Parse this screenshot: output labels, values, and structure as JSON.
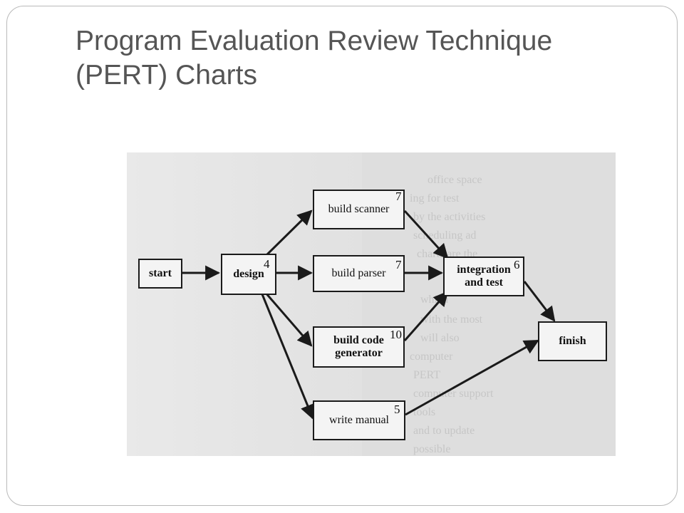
{
  "slide": {
    "title_line1": "Program Evaluation Review Technique",
    "title_line2": "(PERT) Charts"
  },
  "diagram": {
    "nodes": {
      "start": "start",
      "design": "design",
      "build_scanner": "build scanner",
      "build_parser": "build parser",
      "build_code_generator_line1": "build code",
      "build_code_generator_line2": "generator",
      "write_manual": "write manual",
      "integration_and_test_line1": "integration",
      "integration_and_test_line2": "and test",
      "finish": "finish"
    },
    "durations": {
      "design": "4",
      "build_scanner": "7",
      "build_parser": "7",
      "build_code_generator": "10",
      "write_manual": "5",
      "integration_and_test": "6"
    }
  }
}
